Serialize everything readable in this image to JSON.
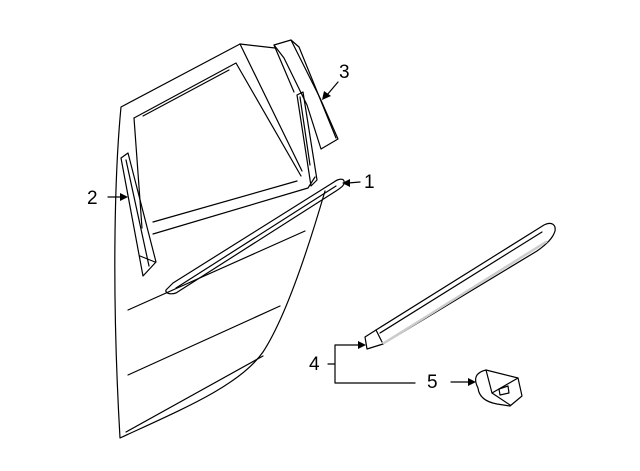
{
  "callouts": {
    "part1": "1",
    "part2": "2",
    "part3": "3",
    "part4": "4",
    "part5": "5"
  },
  "colors": {
    "line": "#000000",
    "background": "#ffffff",
    "stripe": "#cccccc"
  }
}
